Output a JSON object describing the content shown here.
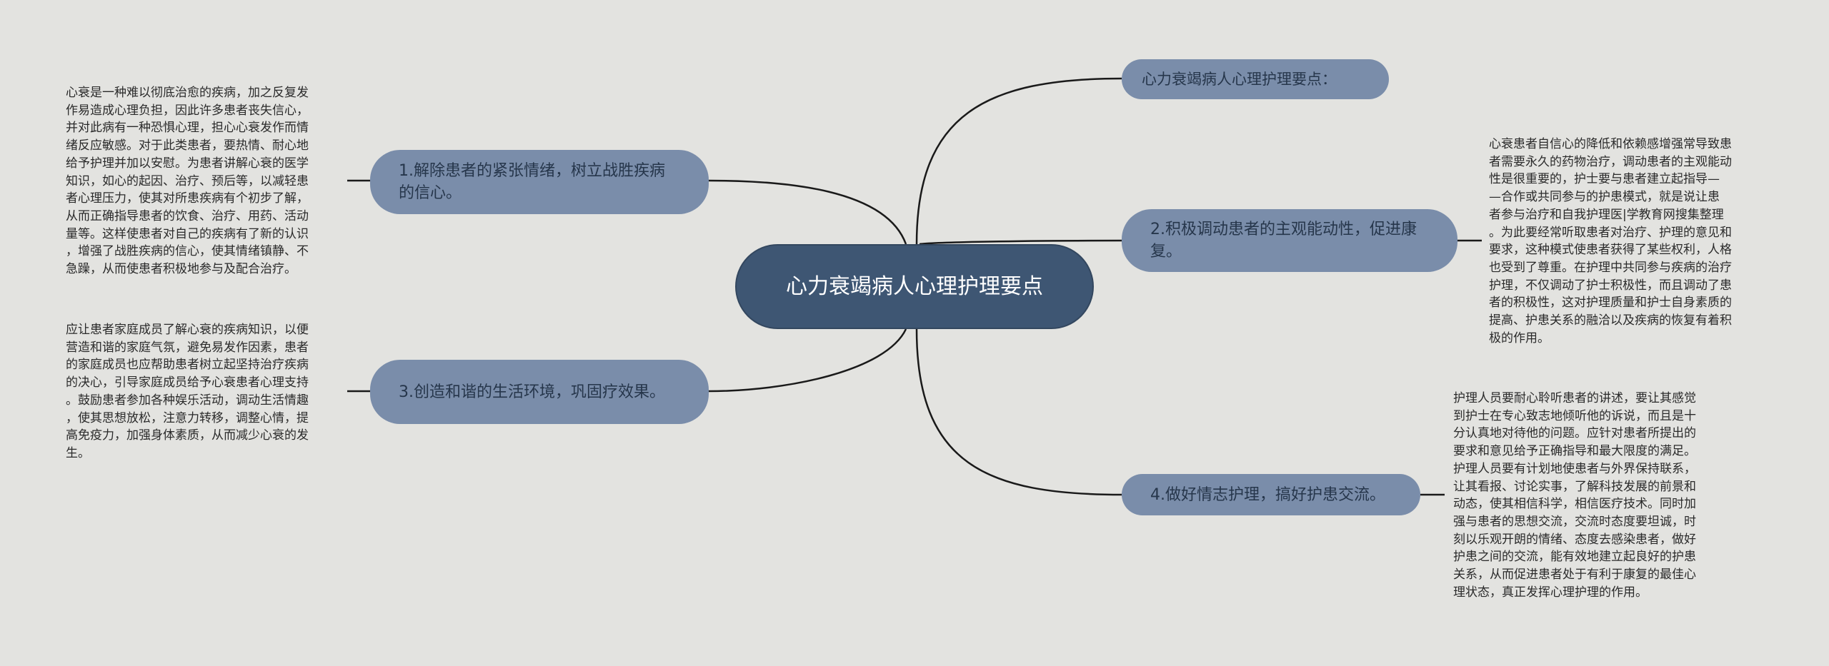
{
  "central": {
    "label": "心力衰竭病人心理护理要点"
  },
  "branches": [
    {
      "label": "心力衰竭病人心理护理要点："
    },
    {
      "label": "1.解除患者的紧张情绪，树立战胜疾病的信心。"
    },
    {
      "label": "2.积极调动患者的主观能动性，促进康复。"
    },
    {
      "label": "3.创造和谐的生活环境，巩固疗效果。"
    },
    {
      "label": "4.做好情志护理，搞好护患交流。"
    }
  ],
  "leaves": {
    "b1": "心衰是一种难以彻底治愈的疾病，加之反复发\n作易造成心理负担，因此许多患者丧失信心，\n并对此病有一种恐惧心理，担心心衰发作而情\n绪反应敏感。对于此类患者，要热情、耐心地\n给予护理并加以安慰。为患者讲解心衰的医学\n知识，如心的起因、治疗、预后等，以减轻患\n者心理压力，使其对所患疾病有个初步了解，\n从而正确指导患者的饮食、治疗、用药、活动\n量等。这样使患者对自己的疾病有了新的认识\n，增强了战胜疾病的信心，使其情绪镇静、不\n急躁，从而使患者积极地参与及配合治疗。",
    "b2": "心衰患者自信心的降低和依赖感增强常导致患\n者需要永久的药物治疗，调动患者的主观能动\n性是很重要的，护士要与患者建立起指导—\n—合作或共同参与的护患模式，就是说让患\n者参与治疗和自我护理医|学教育网搜集整理\n。为此要经常听取患者对治疗、护理的意见和\n要求，这种模式使患者获得了某些权利，人格\n也受到了尊重。在护理中共同参与疾病的治疗\n护理，不仅调动了护士积极性，而且调动了患\n者的积极性，这对护理质量和护士自身素质的\n提高、护患关系的融洽以及疾病的恢复有着积\n极的作用。",
    "b3": "应让患者家庭成员了解心衰的疾病知识，以便\n营造和谐的家庭气氛，避免易发作因素，患者\n的家庭成员也应帮助患者树立起坚持治疗疾病\n的决心，引导家庭成员给予心衰患者心理支持\n。鼓励患者参加各种娱乐活动，调动生活情趣\n，使其思想放松，注意力转移，调整心情，提\n高免疫力，加强身体素质，从而减少心衰的发\n生。",
    "b4": "护理人员要耐心聆听患者的讲述，要让其感觉\n到护士在专心致志地倾听他的诉说，而且是十\n分认真地对待他的问题。应针对患者所提出的\n要求和意见给予正确指导和最大限度的满足。\n护理人员要有计划地使患者与外界保持联系，\n让其看报、讨论实事，了解科技发展的前景和\n动态，使其相信科学，相信医疗技术。同时加\n强与患者的思想交流，交流时态度要坦诚，时\n刻以乐观开朗的情绪、态度去感染患者，做好\n护患之间的交流，能有效地建立起良好的护患\n关系，从而促进患者处于有利于康复的最佳心\n理状态，真正发挥心理护理的作用。"
  },
  "colors": {
    "background": "#e3e3e0",
    "central_fill": "#3e5673",
    "branch_fill": "#7a8daa",
    "line": "#1a1a1a"
  }
}
